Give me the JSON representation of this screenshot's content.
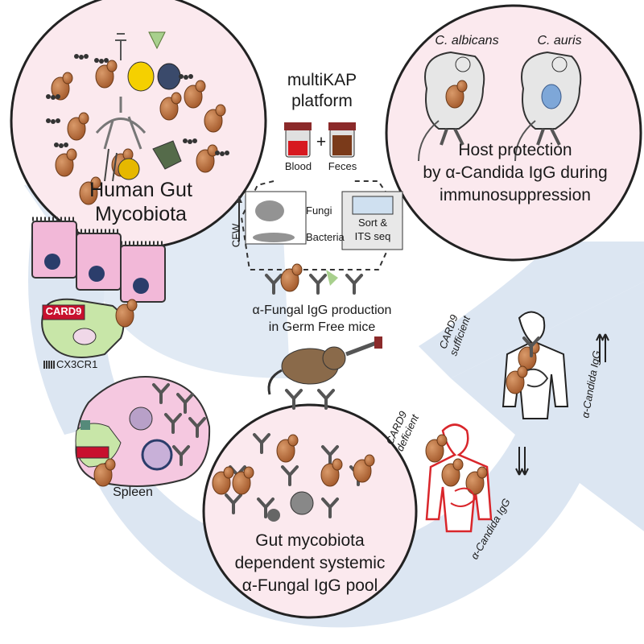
{
  "panels": {
    "gut": {
      "title_line1": "Human Gut",
      "title_line2": "Mycobiota"
    },
    "platform": {
      "title_line1": "multiKAP",
      "title_line2": "platform"
    },
    "blood_label": "Blood",
    "plus_sign": "+",
    "feces_label": "Feces",
    "fungi_label": "Fungi",
    "bacteria_label": "Bacteria",
    "axis_label": "CFW",
    "sort_label_line1": "Sort &",
    "sort_label_line2": "ITS seq",
    "igg_production_line1": "α-Fungal IgG production",
    "igg_production_line2": "in Germ Free mice",
    "protection": {
      "species_1": "C. albicans",
      "species_2": "C. auris",
      "line1": "Host protection",
      "line2": "by α-Candida IgG during",
      "line3": "immunosuppression"
    },
    "pool": {
      "line1": "Gut mycobiota",
      "line2": "dependent systemic",
      "line3": "α-Fungal IgG pool"
    },
    "card9_label": "CARD9",
    "cx3cr1_label": "CX3CR1",
    "spleen_label": "Spleen",
    "card9_sufficient_line1": "CARD9",
    "card9_sufficient_line2": "sufficient",
    "card9_deficient_line1": "CARD9",
    "card9_deficient_line2": "deficient",
    "candida_igg_top": "α-Candida IgG",
    "candida_igg_bottom": "α-Candida IgG"
  },
  "colors": {
    "circle_fill": "#fbe9ee",
    "arrow_fill": "#dce6f2",
    "yeast_brown": "#b8683a",
    "card9_red": "#c8102e",
    "cell_pink": "#f2b8d8",
    "macrophage_green": "#c8e6a8",
    "deficient_red": "#d9262b"
  }
}
